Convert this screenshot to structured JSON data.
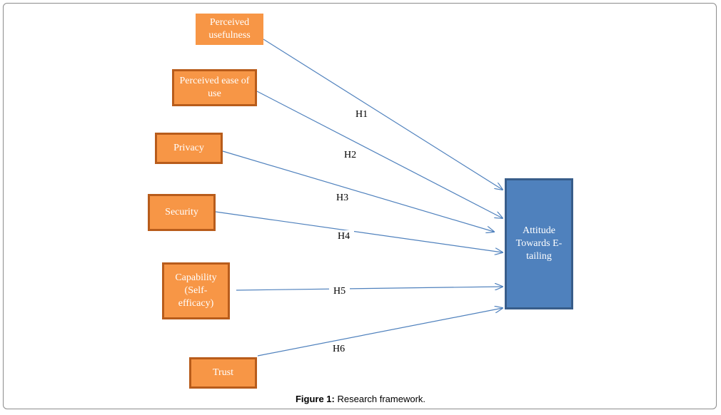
{
  "diagram": {
    "nodes": [
      {
        "id": "perceived-usefulness",
        "label": "Perceived usefulness"
      },
      {
        "id": "perceived-ease-of-use",
        "label": "Perceived ease of use"
      },
      {
        "id": "privacy",
        "label": "Privacy"
      },
      {
        "id": "security",
        "label": "Security"
      },
      {
        "id": "capability",
        "label": "Capability (Self-efficacy)"
      },
      {
        "id": "trust",
        "label": "Trust"
      }
    ],
    "target": {
      "id": "attitude",
      "label": "Attitude Towards E-tailing"
    },
    "edges": [
      {
        "from": "perceived-usefulness",
        "to": "attitude",
        "label": "H1"
      },
      {
        "from": "perceived-ease-of-use",
        "to": "attitude",
        "label": "H2"
      },
      {
        "from": "privacy",
        "to": "attitude",
        "label": "H3"
      },
      {
        "from": "security",
        "to": "attitude",
        "label": "H4"
      },
      {
        "from": "capability",
        "to": "attitude",
        "label": "H5"
      },
      {
        "from": "trust",
        "to": "attitude",
        "label": "H6"
      }
    ],
    "arrow_color": "#4f81bd",
    "node_color": "#f79646",
    "target_color": "#4f81bd"
  },
  "caption": {
    "prefix": "Figure 1:",
    "text": " Research framework."
  }
}
